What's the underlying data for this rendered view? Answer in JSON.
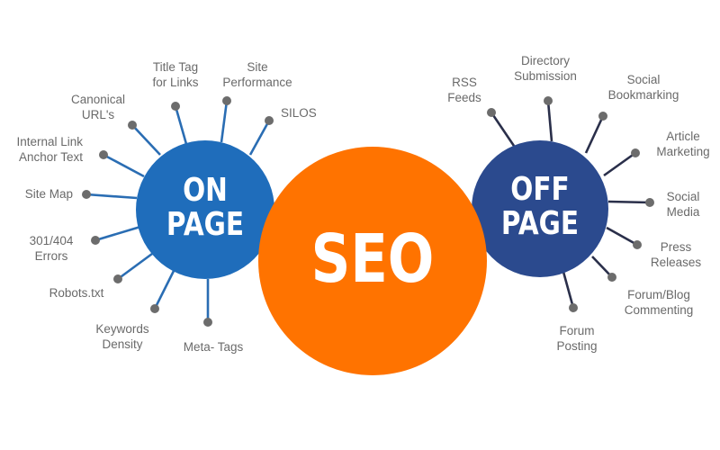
{
  "diagram": {
    "center": {
      "label": "SEO",
      "color": "#ff7300"
    },
    "on_page": {
      "line1": "ON",
      "line2": "PAGE",
      "color": "#1f6dbb",
      "spoke_color": "#2a6db3",
      "items": [
        {
          "label": "Title Tag\nfor Links"
        },
        {
          "label": "Site\nPerformance"
        },
        {
          "label": "SILOS"
        },
        {
          "label": "Canonical\nURL's"
        },
        {
          "label": "Internal Link\nAnchor Text"
        },
        {
          "label": "Site Map"
        },
        {
          "label": "301/404\nErrors"
        },
        {
          "label": "Robots.txt"
        },
        {
          "label": "Keywords\nDensity"
        },
        {
          "label": "Meta- Tags"
        }
      ]
    },
    "off_page": {
      "line1": "OFF",
      "line2": "PAGE",
      "color": "#2b4a8e",
      "spoke_color": "#2a2f4a",
      "items": [
        {
          "label": "RSS\nFeeds"
        },
        {
          "label": "Directory\nSubmission"
        },
        {
          "label": "Social\nBookmarking"
        },
        {
          "label": "Article\nMarketing"
        },
        {
          "label": "Social\nMedia"
        },
        {
          "label": "Press\nReleases"
        },
        {
          "label": "Forum/Blog\nCommenting"
        },
        {
          "label": "Forum\nPosting"
        }
      ]
    },
    "dot_color": "#6c6c6c",
    "text_color": "#6a6a6a"
  }
}
